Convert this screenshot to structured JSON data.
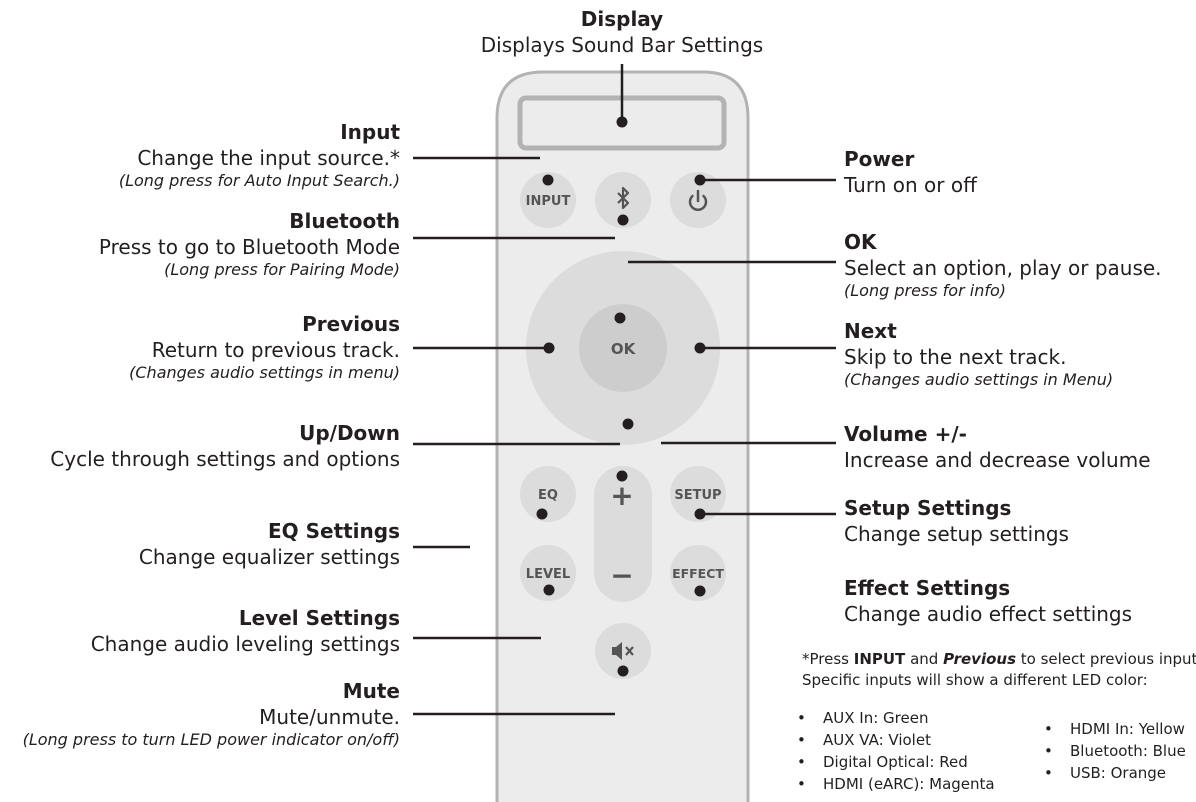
{
  "labels": {
    "display": {
      "title": "Display",
      "desc": "Displays Sound Bar Settings"
    },
    "input": {
      "title": "Input",
      "desc": "Change the input source.*",
      "note": "(Long press for Auto Input Search.)"
    },
    "bluetooth": {
      "title": "Bluetooth",
      "desc": "Press to go to Bluetooth Mode",
      "note": "(Long press for Pairing Mode)"
    },
    "previous": {
      "title": "Previous",
      "desc": "Return to previous track.",
      "note": "(Changes audio settings in menu)"
    },
    "updown": {
      "title": "Up/Down",
      "desc": "Cycle through settings and options"
    },
    "eq": {
      "title": "EQ Settings",
      "desc": "Change equalizer settings"
    },
    "level": {
      "title": "Level Settings",
      "desc": "Change audio leveling settings"
    },
    "mute": {
      "title": "Mute",
      "desc": "Mute/unmute.",
      "note": "(Long press to turn LED power indicator on/off)"
    },
    "power": {
      "title": "Power",
      "desc": "Turn on or off"
    },
    "ok": {
      "title": "OK",
      "desc": "Select an option, play or pause.",
      "note": "(Long press for info)"
    },
    "next": {
      "title": "Next",
      "desc": "Skip to the next track.",
      "note": "(Changes audio settings in Menu)"
    },
    "volume": {
      "title": "Volume +/-",
      "desc": "Increase and decrease volume"
    },
    "setup": {
      "title": "Setup Settings",
      "desc": "Change setup settings"
    },
    "effect": {
      "title": "Effect Settings",
      "desc": "Change audio effect settings"
    }
  },
  "remote_buttons": {
    "input": "INPUT",
    "ok": "OK",
    "eq": "EQ",
    "setup": "SETUP",
    "level": "LEVEL",
    "effect": "EFFECT",
    "plus": "+",
    "minus": "−"
  },
  "footnote": {
    "prefix": "*Press ",
    "input": "INPUT",
    "and": " and ",
    "previous": "Previous",
    "suffix": " to select previous input",
    "line2": "Specific inputs will show a different LED color:"
  },
  "led_colors_left": [
    "AUX In: Green",
    "AUX VA: Violet",
    "Digital Optical: Red",
    "HDMI (eARC): Magenta"
  ],
  "led_colors_right": [
    "HDMI In: Yellow",
    "Bluetooth: Blue",
    "USB: Orange"
  ],
  "icons": [
    "bluetooth-icon",
    "power-icon",
    "mute-icon"
  ],
  "colors": {
    "remote_body": "#ececec",
    "remote_outline": "#b3b3b3",
    "button": "#dcdcdc",
    "line": "#231f20"
  }
}
